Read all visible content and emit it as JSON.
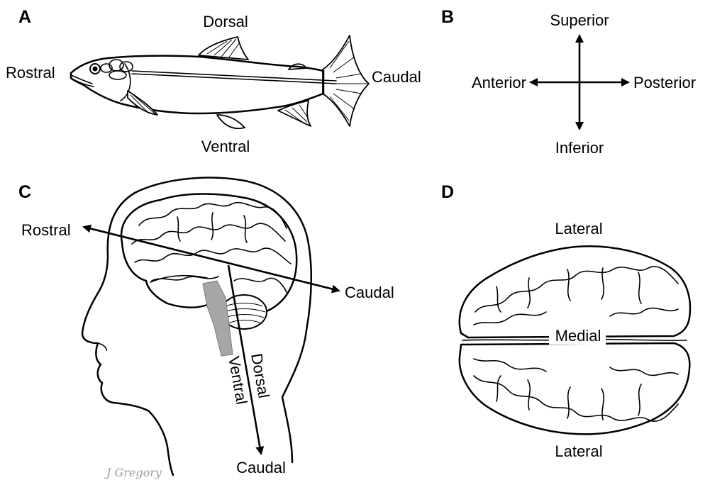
{
  "panels": {
    "a": {
      "letter": "A",
      "labels": {
        "top": "Dorsal",
        "bottom": "Ventral",
        "left": "Rostral",
        "right": "Caudal"
      }
    },
    "b": {
      "letter": "B",
      "labels": {
        "top": "Superior",
        "bottom": "Inferior",
        "left": "Anterior",
        "right": "Posterior"
      }
    },
    "c": {
      "letter": "C",
      "labels": {
        "rostral": "Rostral",
        "caudal_right": "Caudal",
        "dorsal": "Dorsal",
        "ventral": "Ventral",
        "caudal_bottom": "Caudal"
      },
      "signature": "J Gregory"
    },
    "d": {
      "letter": "D",
      "labels": {
        "top": "Lateral",
        "center": "Medial",
        "bottom": "Lateral"
      }
    }
  },
  "colors": {
    "ink": "#000000",
    "background": "#ffffff",
    "brainstem": "#a6a6a6",
    "signature": "#9a9a9a"
  }
}
